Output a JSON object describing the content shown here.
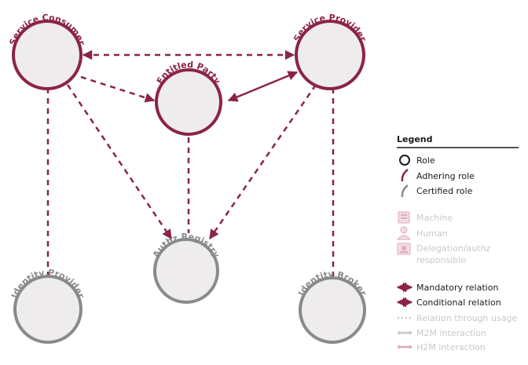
{
  "colors": {
    "accent": "#8b2447",
    "grey": "#8a8a8a",
    "fill": "#eeecec",
    "faded": "#c9c9c9",
    "faded_pink": "#e3a9bd"
  },
  "nodes": {
    "service_consumer": "Service Consumer",
    "service_provider": "Service Provider",
    "entitled_party": "Entitled Party",
    "authz_registry": "Authz Registry",
    "identity_provider": "Identity Provider",
    "identity_broker": "Identity Broker"
  },
  "legend": {
    "title": "Legend",
    "role": "Role",
    "adhering_role": "Adhering role",
    "certified_role": "Certified role",
    "machine": "Machine",
    "human": "Human",
    "delegation_line1": "Delegation/authz",
    "delegation_line2": "responsible",
    "mandatory_relation": "Mandatory relation",
    "conditional_relation": "Conditional relation",
    "relation_through_usage": "Relation through usage",
    "m2m_interaction": "M2M interaction",
    "h2m_interaction": "H2M interaction"
  }
}
